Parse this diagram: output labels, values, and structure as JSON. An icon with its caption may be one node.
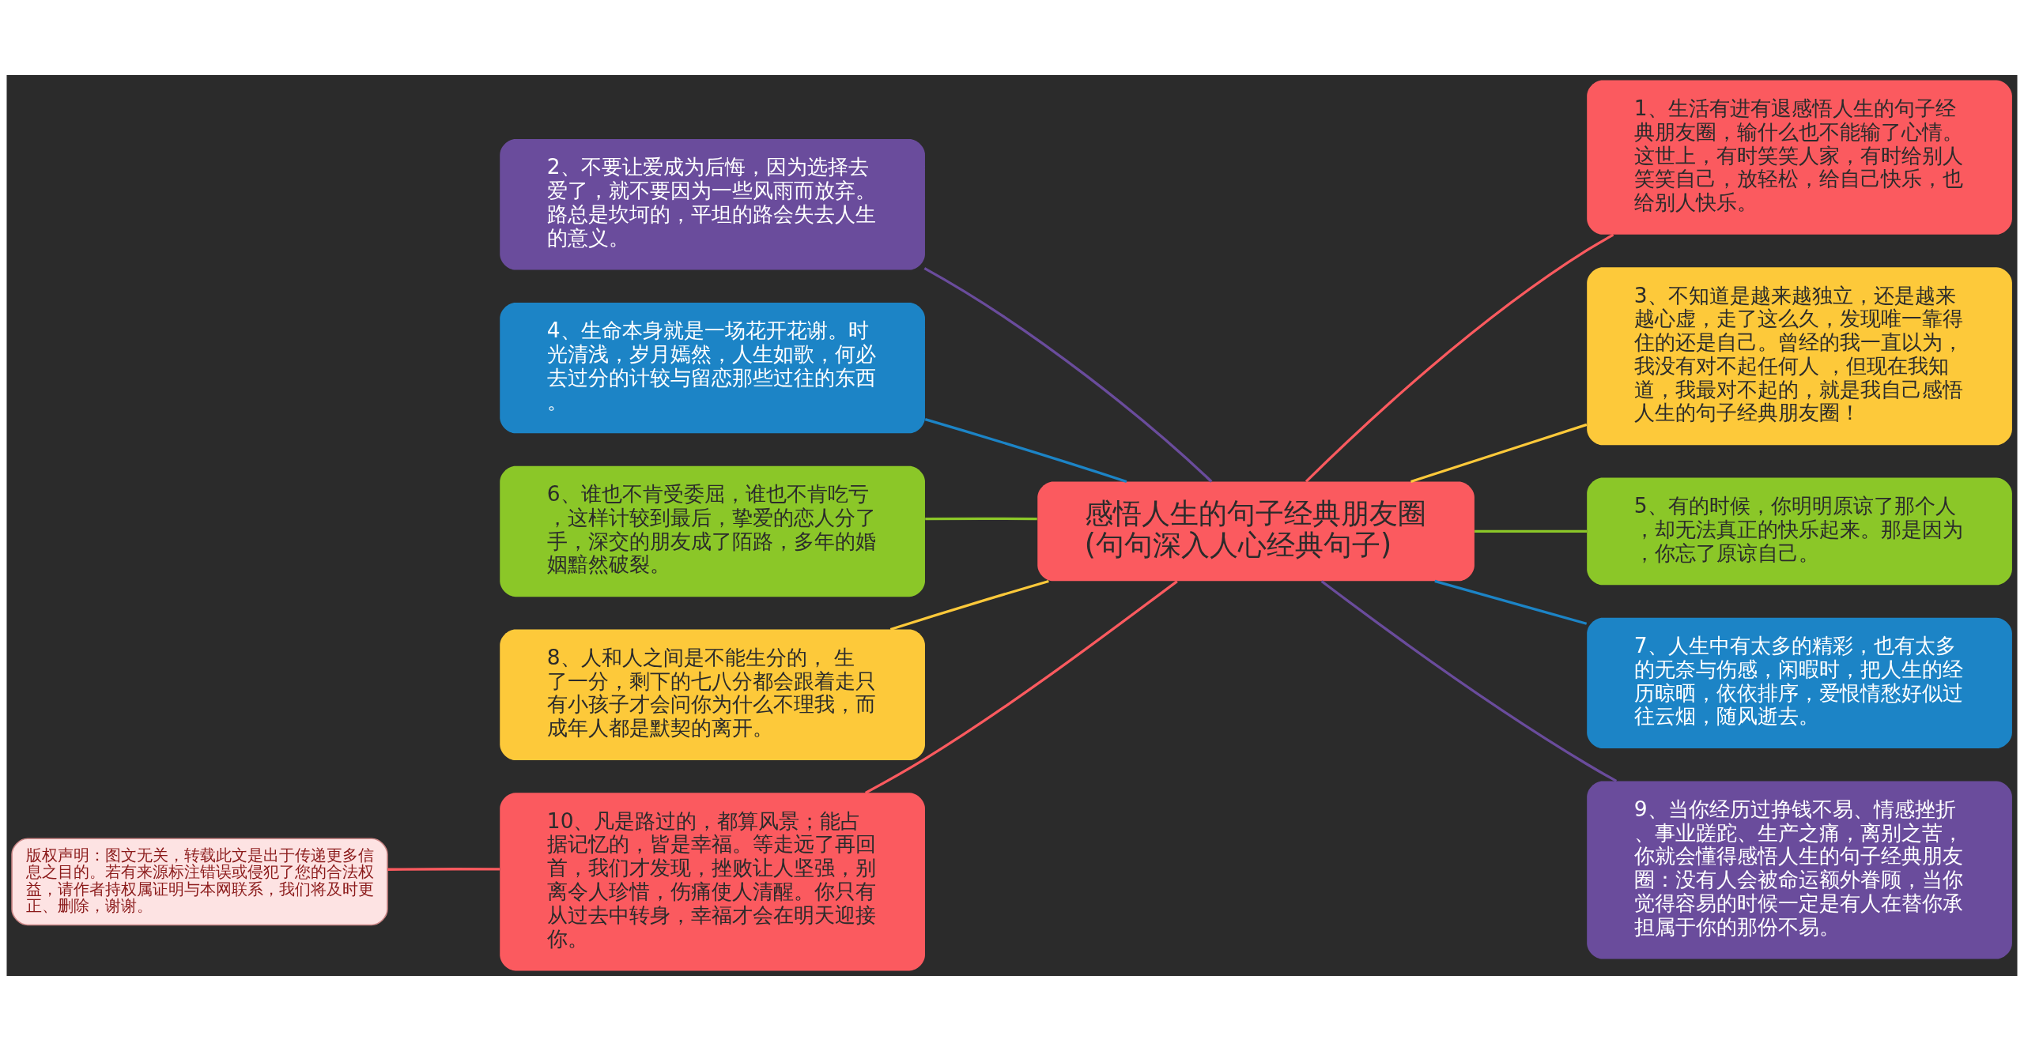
{
  "diagram": {
    "nodes": [
      {
        "text": [
          "感悟人生的句子经典朋友圈(句句深入人心经典句子)"
        ]
      },
      {
        "text": [
          "1、生活有进有退感悟人生的句子经典朋友圈，输什么也不能输了心情。这世上，有时笑笑人家，有时给别人笑笑自己，放轻松，给自己快乐，也给别人快乐。"
        ]
      },
      {
        "text": [
          "2、不要让爱成为后悔，因为选择去爱了，就不要因为一些风雨而放弃。路总是坎坷的，平坦的路会失去人生的意义。"
        ]
      },
      {
        "text": [
          "3、不知道是越来越独立，还是越来越心虚，走了这么久，发现唯一靠得住的还是自己。曾经的我一直以为，我没有对不起任何人 ，但现在我知道，我最对不起的，就是我自己感悟人生的句子经典朋友圈！"
        ]
      },
      {
        "text": [
          "4、生命本身就是一场花开花谢。时光清浅，岁月嫣然，人生如歌，何必去过分的计较与留恋那些过往的东西。"
        ]
      },
      {
        "text": [
          "5、有的时候，你明明原谅了那个人，却无法真正的快乐起来。那是因为，你忘了原谅自己。"
        ]
      },
      {
        "text": [
          "6、谁也不肯受委屈，谁也不肯吃亏，这样计较到最后，挚爱的恋人分了手，深交的朋友成了陌路，多年的婚姻黯然破裂。"
        ]
      },
      {
        "text": [
          "7、人生中有太多的精彩，也有太多的无奈与伤感，闲暇时，把人生的经历晾晒，依依排序，爱恨情愁好似过往云烟，随风逝去。"
        ]
      },
      {
        "text": [
          "8、人和人之间是不能生分的， 生了一分，剩下的七八分都会跟着走只有小孩子才会问你为什么不理我，而成年人都是默契的离开。"
        ]
      },
      {
        "text": [
          "9、当你经历过挣钱不易、情感挫折、事业蹉跎、生产之痛，离别之苦，你就会懂得感悟人生的句子经典朋友圈：没有人会被命运额外眷顾，当你觉得容易的时候一定是有人在替你承担属于你的那份不易。"
        ]
      },
      {
        "text": [
          "10、凡是路过的，都算风景；能占据记忆的，皆是幸福。等走远了再回首，我们才发现，挫败让人坚强，别离令人珍惜，伤痛使人清醒。你只有从过去中转身，幸福才会在明天迎接你。"
        ]
      },
      {
        "text": [
          "版权声明：图文无关，转载此文是出于传递更多信息之目的。若有来源标注错误或侵犯了您的合法权益，请作者持权属证明与本网联系，我们将及时更正、删除，谢谢。"
        ]
      }
    ],
    "edges": [
      {
        "from": 0,
        "to": 1,
        "arrow": "none",
        "color": "#fb5a5f"
      },
      {
        "from": 0,
        "to": 2,
        "arrow": "none",
        "color": "#6a4c9c"
      },
      {
        "from": 0,
        "to": 3,
        "arrow": "none",
        "color": "#fdc93a"
      },
      {
        "from": 0,
        "to": 4,
        "arrow": "none",
        "color": "#1c84c6"
      },
      {
        "from": 0,
        "to": 5,
        "arrow": "none",
        "color": "#8bc728"
      },
      {
        "from": 0,
        "to": 6,
        "arrow": "none",
        "color": "#8bc728"
      },
      {
        "from": 0,
        "to": 7,
        "arrow": "none",
        "color": "#1c84c6"
      },
      {
        "from": 0,
        "to": 8,
        "arrow": "none",
        "color": "#fdc93a"
      },
      {
        "from": 0,
        "to": 9,
        "arrow": "none",
        "color": "#6a4c9c"
      },
      {
        "from": 0,
        "to": 10,
        "arrow": "none",
        "color": "#fb5a5f"
      },
      {
        "from": 10,
        "to": 11,
        "arrow": "none",
        "color": "#fb5a5f"
      }
    ]
  }
}
